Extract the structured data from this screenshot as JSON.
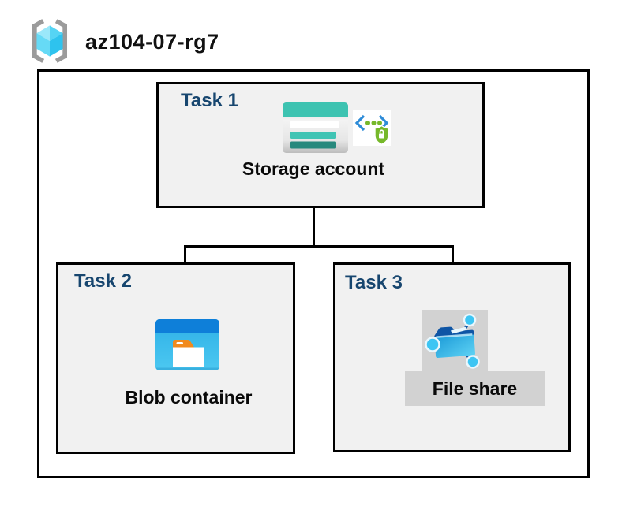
{
  "header": {
    "title": "az104-07-rg7",
    "icon": "resource-group-icon"
  },
  "tasks": [
    {
      "label": "Task 1",
      "resource": "Storage account",
      "icons": [
        "storage-account-icon",
        "shared-access-signature-icon"
      ]
    },
    {
      "label": "Task 2",
      "resource": "Blob container",
      "icons": [
        "blob-container-icon"
      ]
    },
    {
      "label": "Task 3",
      "resource": "File share",
      "icons": [
        "file-share-icon"
      ]
    }
  ],
  "connections": [
    {
      "from": "Storage account",
      "to": "Blob container"
    },
    {
      "from": "Storage account",
      "to": "File share"
    }
  ],
  "colors": {
    "task_label": "#17466F",
    "box_fill": "#F1F1F1",
    "border": "#000000",
    "backdrop_gray": "#D2D2D2",
    "storage_teal": "#3DC3B1",
    "storage_teal_dark": "#27897D",
    "blob_header_blue": "#0E7FD9",
    "blob_body_blue": "#35B8E9",
    "folder_tab_orange": "#F18A1D",
    "fileshare_navy": "#0E55A5",
    "fileshare_cyan": "#3DC5F3",
    "sas_bracket_blue": "#2E8CD8",
    "sas_green": "#76B82A",
    "rg_cube_cyan": "#3EC9F1",
    "rg_bracket_gray": "#9B9B9B"
  }
}
